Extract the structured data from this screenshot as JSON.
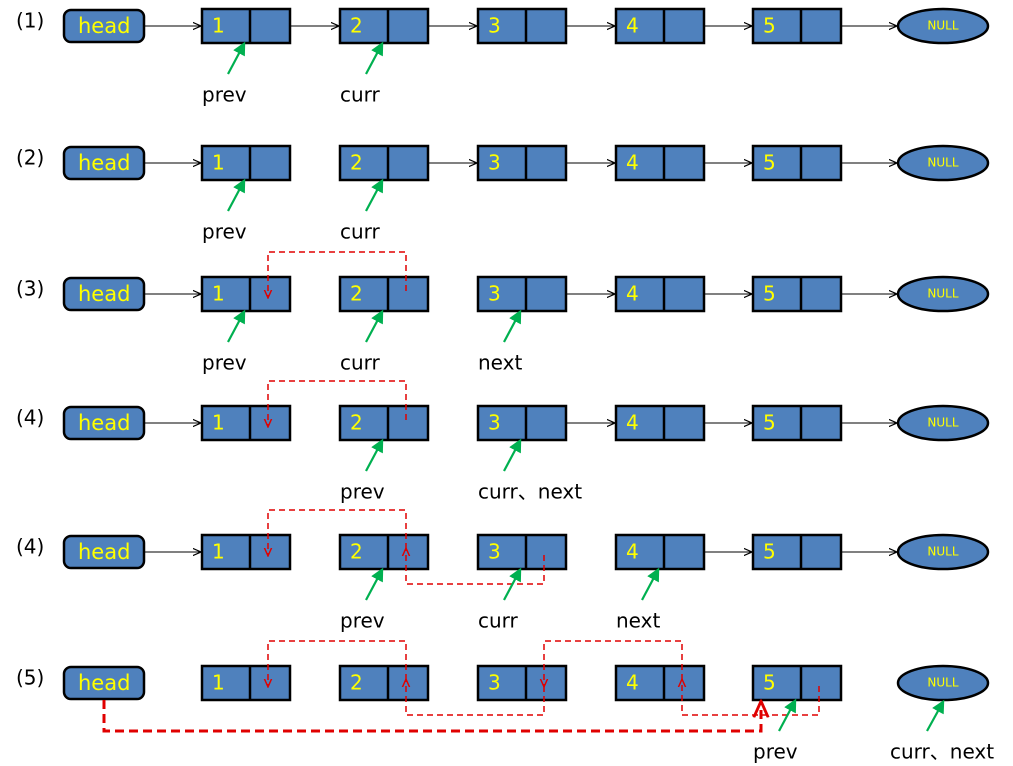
{
  "colors": {
    "node_fill": "#4f81bd",
    "node_stroke": "#000000",
    "node_text": "#ffff00",
    "pointer_arrow": "#00b050",
    "link_arrow": "#000000",
    "reversed_link": "#e00000"
  },
  "head_label": "head",
  "null_label": "NULL",
  "node_values": [
    "1",
    "2",
    "3",
    "4",
    "5"
  ],
  "rows": [
    {
      "step": "(1)",
      "head_link": true,
      "links": [
        true,
        true,
        true,
        true,
        true
      ],
      "pointers": [
        {
          "label": "prev",
          "target": "node-1"
        },
        {
          "label": "curr",
          "target": "node-2"
        }
      ],
      "reversed": []
    },
    {
      "step": "(2)",
      "head_link": true,
      "links": [
        false,
        true,
        true,
        true,
        true
      ],
      "pointers": [
        {
          "label": "prev",
          "target": "node-1"
        },
        {
          "label": "curr",
          "target": "node-2"
        }
      ],
      "reversed": []
    },
    {
      "step": "(3)",
      "head_link": true,
      "links": [
        false,
        false,
        true,
        true,
        true
      ],
      "pointers": [
        {
          "label": "prev",
          "target": "node-1"
        },
        {
          "label": "curr",
          "target": "node-2"
        },
        {
          "label": "next",
          "target": "node-3"
        }
      ],
      "reversed": [
        {
          "from": "node-2",
          "to": "node-1"
        }
      ]
    },
    {
      "step": "(4)",
      "head_link": true,
      "links": [
        false,
        false,
        true,
        true,
        true
      ],
      "pointers": [
        {
          "label": "prev",
          "target": "node-2"
        },
        {
          "label": "curr、next",
          "target": "node-3"
        }
      ],
      "reversed": [
        {
          "from": "node-2",
          "to": "node-1"
        }
      ]
    },
    {
      "step": "(4)",
      "head_link": true,
      "links": [
        false,
        false,
        false,
        true,
        true
      ],
      "pointers": [
        {
          "label": "prev",
          "target": "node-2"
        },
        {
          "label": "curr",
          "target": "node-3"
        },
        {
          "label": "next",
          "target": "node-4"
        }
      ],
      "reversed": [
        {
          "from": "node-2",
          "to": "node-1"
        },
        {
          "from": "node-3",
          "to": "node-2"
        }
      ]
    },
    {
      "step": "(5)",
      "head_link": false,
      "links": [
        false,
        false,
        false,
        false,
        false
      ],
      "pointers": [
        {
          "label": "prev",
          "target": "node-5"
        },
        {
          "label": "curr、next",
          "target": "null"
        }
      ],
      "reversed": [
        {
          "from": "node-2",
          "to": "node-1"
        },
        {
          "from": "node-3",
          "to": "node-2"
        },
        {
          "from": "node-4",
          "to": "node-3"
        },
        {
          "from": "node-5",
          "to": "node-4"
        },
        {
          "from": "head",
          "to": "node-5"
        }
      ]
    }
  ]
}
